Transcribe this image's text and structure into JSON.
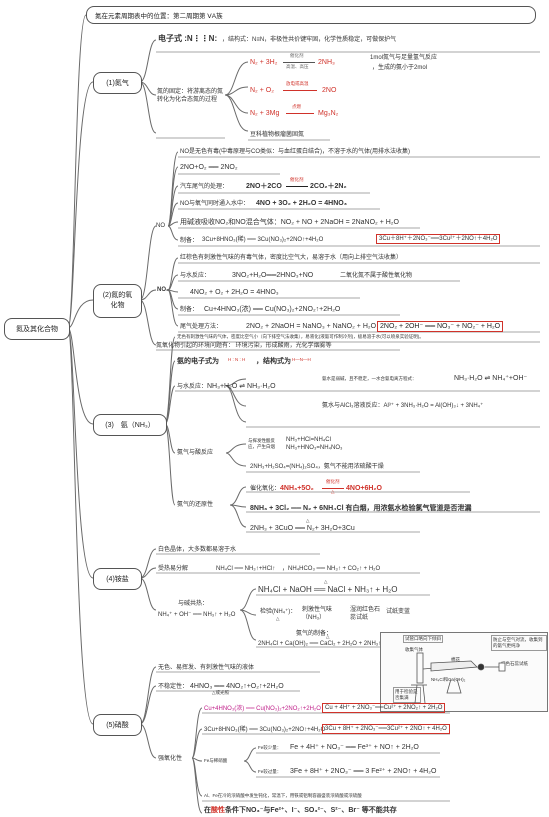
{
  "root": {
    "label": "氮及其化合物"
  },
  "top": {
    "label": "氮在元素周期表中的位置：第二周期第 ⅤA族"
  },
  "branches": {
    "n2": {
      "label": "(1)氮气"
    },
    "oxides": {
      "label": "(2)氮的氧化物"
    },
    "nh3": {
      "label": "(3)　氨（NH₃）"
    },
    "ammonium": {
      "label": "(4)铵盐"
    },
    "hno3": {
      "label": "(5)硝酸"
    }
  },
  "n2": {
    "electron_formula": "电子式 :N⋮⋮N:",
    "structure": "，结构式：N≡N，非极性共价键牢固，化学性质稳定，可做保护气",
    "fixation": "氮的固定：将游离态的氮转化为化合态氮的过程",
    "r1_left": "N₂ + 3H₂",
    "r1_top": "催化剂",
    "r1_bottom": "高温、高压",
    "r1_right": "2NH₃",
    "r1_note1": "1mol氮气与足量氢气反应",
    "r1_note2": "，生成的氨小于2mol",
    "r2_left": "N₂ + O₂",
    "r2_top": "放电或高温",
    "r2_right": "2NO",
    "r3_left": "N₂ + 3Mg",
    "r3_top": "点燃",
    "r3_right": "Mg₃N₂",
    "bio": "豆科植物根瘤菌固氮"
  },
  "no": {
    "label": "NO",
    "desc": "NO是无色有毒(中毒原理与CO类似：与血红蛋白结合)，不溶于水的气体(用排水法收集)",
    "r1": "2NO+O₂ ══ 2NO₂",
    "r2_label": "汽车尾气的处理：",
    "r2_left": "2NO＋2CO",
    "r2_top": "催化剂",
    "r2_right": "2CO₂＋2N₂",
    "r3_label": "NO与氧气同时通入水中：",
    "r3": "4NO + 3O₂ + 2H₂O = 4HNO₃",
    "r4": "用碱液吸收NO₂和NO混合气体：NO₂ + NO + 2NaOH = 2NaNO₂ + H₂O",
    "r5_label": "制备：",
    "r5": "3Cu+8HNO₃(稀) ══ 3Cu(NO₃)₂+2NO↑+4H₂O",
    "r5_ion": "3Cu＋8H⁺＋2NO₃⁻══3Cu²⁺＋2NO↑＋4H₂O"
  },
  "no2": {
    "label": "NO₂",
    "desc": "红棕色有刺激性气味的有毒气体，密度比空气大，易溶于水（用向上排空气法收集）",
    "r1_label": "与水反应：",
    "r1": "3NO₂+H₂O══2HNO₃+NO",
    "r1_note": "二氧化氮不属于酸性氧化物",
    "r2": "4NO₂ + O₂ + 2H₂O = 4HNO₃",
    "r3_label": "制备：",
    "r3": "Cu+4HNO₃(浓) ══ Cu(NO₃)₂+2NO₂↑+2H₂O",
    "r4_label": "尾气处理方法：",
    "r4": "2NO₂ + 2NaOH = NaNO₃ + NaNO₂ + H₂O",
    "r4_ion": "2NO₂ + 2OH⁻ ══ NO₃⁻ + NO₂⁻ + H₂O"
  },
  "env": "氮氧化物引起的环境问题有：  环境污染，形成酸雨，光化学烟雾等",
  "nh3": {
    "desc": "无色有刺激性气味的气体，密度比空气小（向下排空气法收集），易液化(液氨可作制冷剂)，极易溶于水(可以喷泉实验证明)。",
    "electron_label": "氨的电子式为",
    "electron": "H : N : H",
    "structure_label": "，结构式为",
    "structure": "H—N—H",
    "water_label": "与水反应：",
    "water": "NH₃+H₂O ⇌ NH₃·H₂O",
    "weak": "氨水是弱碱，且不稳定，一水合氨电离方程式：",
    "ionize": "NH₃·H₂O ⇌ NH₄⁺+OH⁻",
    "al": "氨水与AlCl₃溶液反应：Al³⁺ + 3NH₃·H₂O = Al(OH)₃↓ + 3NH₄⁺",
    "acid_label": "氨气与酸反应",
    "acid_note1": "与挥发性酸反",
    "acid_note2": "应，产生白烟",
    "acid_r1": "NH₃+HCl=NH₄Cl",
    "acid_r2": "NH₃+HNO₃=NH₄NO₃",
    "acid_r3": "2NH₃+H₂SO₄=(NH₄)₂SO₄，氨气不能用浓硫酸干燥",
    "red_label": "氨气的还原性",
    "cat_label": "催化氧化：",
    "cat_left": "4NH₃+5O₂",
    "cat_top": "催化剂",
    "cat_bottom": "△",
    "cat_right": "4NO+6H₂O",
    "cl2": "8NH₃ + 3Cl₂ ══ N₂ + 6NH₄Cl 有白烟，用浓氨水检验氯气管道是否泄漏",
    "cuo": "2NH₃ + 3CuO ══ N₂+ 3H₂O+3Cu",
    "cuo_cond": "△"
  },
  "ammonium": {
    "desc": "白色晶体，大多数都易溶于水",
    "heat_label": "受热易分解",
    "heat1": "NH₄Cl ══ NH₃↑+HCl↑",
    "heat2": "，NH₄HCO₃ ══ NH₃↑ + CO₂↑ + H₂O",
    "base_label": "与碱共热：",
    "base_ion": "NH₄⁺ + OH⁻ ══ NH₃↑ + H₂O",
    "base_r1": "NH₄Cl + NaOH ══ NaCl + NH₃↑ + H₂O",
    "test_label": "检验(NH₄⁺)：",
    "test_mid": "刺激性气味（NH₃）",
    "test_wet": "湿润红色石蕊试纸",
    "test_result": "试纸变蓝",
    "prep_label": "氨气的制备：",
    "prep": "2NH₄Cl + Ca(OH)₂ ══ CaCl₂ + 2H₂O + 2NH₃↑",
    "delta": "△"
  },
  "apparatus": {
    "a1": "试管口略向下倾斜",
    "a2": "收集气体",
    "a3": "防止与空气对流，收集到的氨气更纯净",
    "a4": "棉花",
    "a5": "NH₄Cl和Ca(OH)₂",
    "a6": "红色石蕊试纸",
    "a7": "用于检验是否集满"
  },
  "hno3": {
    "desc": "无色、易挥发、有刺激性气味的液体",
    "unstable_label": "不稳定性：",
    "unstable": "4HNO₃ ══ 4NO₂↑+O₂↑+2H₂O",
    "unstable_cond": "△或光照",
    "cu_conc": "Cu+4HNO₃(浓) ══ Cu(NO₃)₂+2NO₂↑+2H₂O",
    "cu_conc_ion": "Cu + 4H⁺ + 2NO₃⁻══Cu²⁺ + 2NO₂↑ + 2H₂O",
    "cu_dil": "3Cu+8HNO₃(稀) ══ 3Cu(NO₃)₂+2NO↑+4H₂O",
    "cu_dil_ion": "3Cu + 8H⁺ + 2NO₃⁻══3Cu²⁺ + 2NO↑ + 4H₂O",
    "ox_label": "强氧化性",
    "fe_label": "Fe与稀硝酸",
    "fe_little_label": "Fe较少量：",
    "fe_little": "Fe + 4H⁺ + NO₃⁻ ══ Fe³⁺ + NO↑ + 2H₂O",
    "fe_excess_label": "Fe较过量：",
    "fe_excess": "3Fe + 8H⁺ + 2NO₃⁻ ══ 3 Fe²⁺ + 2NO↑ + 4H₂O",
    "passive": "Al、Fe在冷的浓硝酸中发生钝化，常温下，用铁或铝制容器盛装浓硝酸或浓硫酸",
    "coexist_pre": "在",
    "coexist_hl": "酸性",
    "coexist_post": "条件下NO₃⁻与Fe²⁺、I⁻、SO₃²⁻、S²⁻、Br⁻ 等不能共存"
  }
}
